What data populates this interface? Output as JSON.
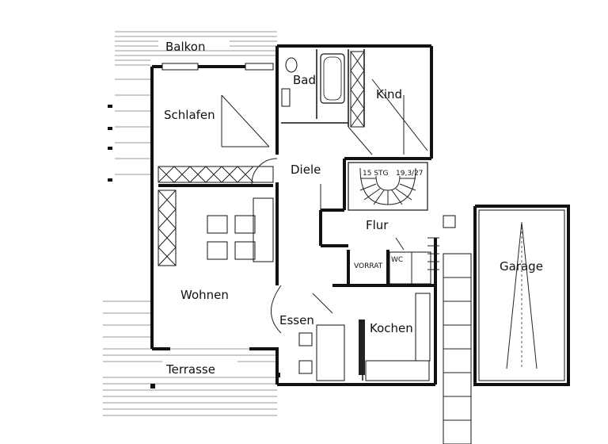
{
  "rooms": {
    "balkon": "Balkon",
    "bad": "Bad",
    "kind": "Kind",
    "schlafen": "Schlafen",
    "diele": "Diele",
    "flur": "Flur",
    "garage": "Garage",
    "wohnen": "Wohnen",
    "essen": "Essen",
    "kochen": "Kochen",
    "terrasse": "Terrasse",
    "vorrat": "VORRAT",
    "wc": "WC"
  },
  "stair": {
    "steps": "15 STG",
    "ratio": "19,3/27"
  }
}
